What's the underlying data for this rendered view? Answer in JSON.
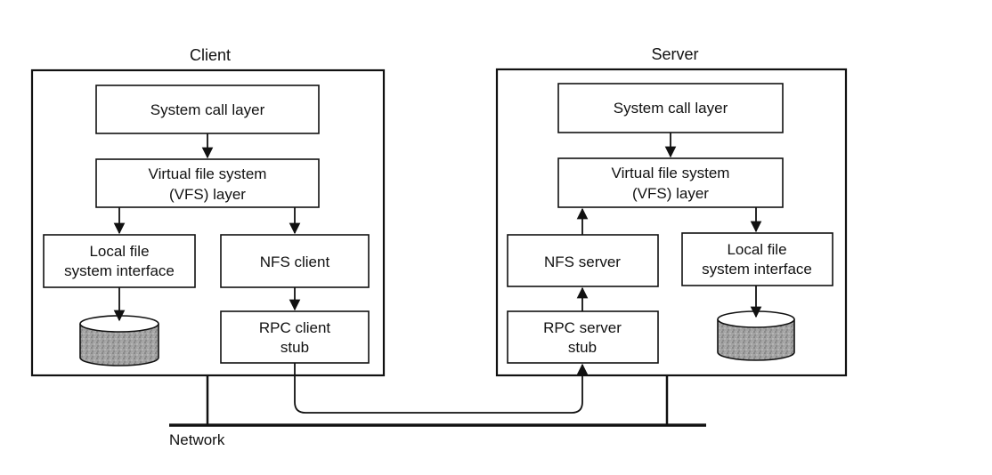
{
  "client": {
    "title": "Client",
    "system_call_layer": "System call layer",
    "vfs_line1": "Virtual file system",
    "vfs_line2": "(VFS) layer",
    "local_fs_line1": "Local file",
    "local_fs_line2": "system interface",
    "nfs_client": "NFS client",
    "rpc_stub_line1": "RPC client",
    "rpc_stub_line2": "stub"
  },
  "server": {
    "title": "Server",
    "system_call_layer": "System call layer",
    "vfs_line1": "Virtual file system",
    "vfs_line2": "(VFS) layer",
    "nfs_server": "NFS server",
    "rpc_stub_line1": "RPC server",
    "rpc_stub_line2": "stub",
    "local_fs_line1": "Local file",
    "local_fs_line2": "system interface"
  },
  "network": {
    "label": "Network"
  },
  "colors": {
    "stroke": "#111111",
    "disk_fill": "#9a9a9a",
    "background": "#ffffff"
  }
}
